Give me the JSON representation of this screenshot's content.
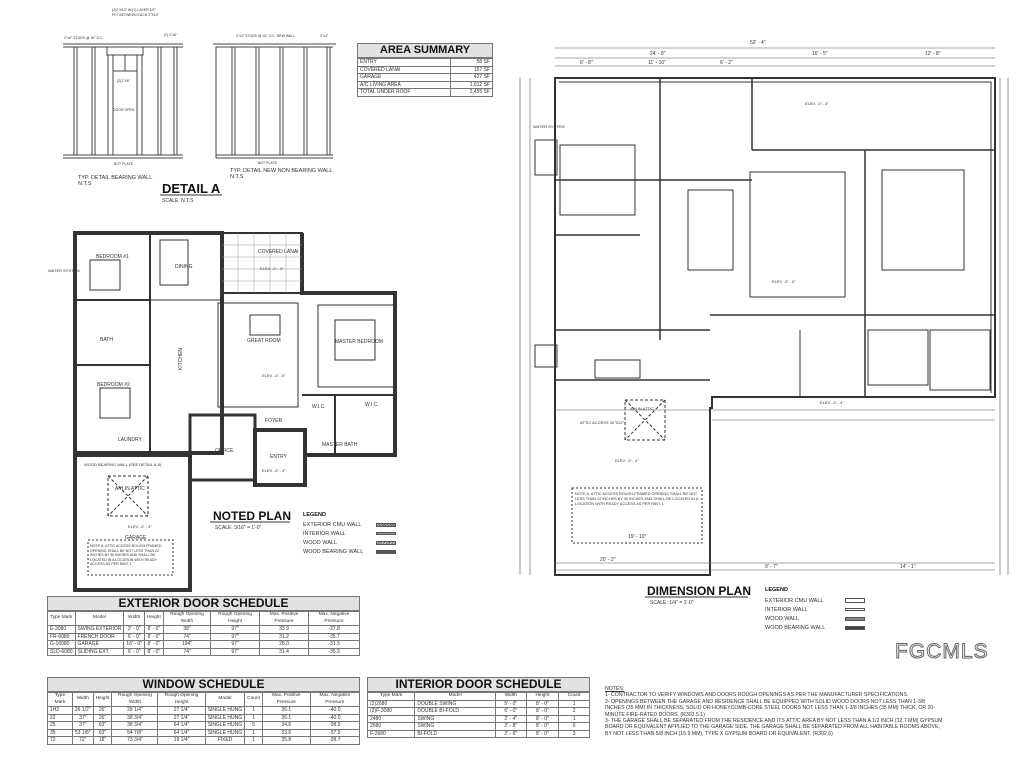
{
  "detail": {
    "bearing_caption": "TYP. DETAIL BEARING WALL",
    "bearing_nts": "N.T.S",
    "nonbearing_caption": "TYP. DETAIL NEW NON BEARING WALL",
    "nonbearing_nts": "N.T.S",
    "title": "DETAIL A",
    "scale": "SCALE: N.T.S",
    "studs_left": "2\"x6\" STUDS @ 16\" O.C.",
    "header_note": "(2)2\"X10\" W/(1) LAYER 1/2\" PLY BETWEEN EACH 2\"X10\"",
    "top_left": "(2) 2\"x6\"",
    "jack": "(2)2\"X6\"",
    "door_open": "DOOR OPEN",
    "bot_plate": "BOT PLATE",
    "studs_right": "2\"x4\" STUDS @ 16\" O.C. NEW WALL",
    "top_right": "2\"x4\""
  },
  "area_summary": {
    "title": "AREA SUMMARY",
    "rows": [
      {
        "label": "ENTRY",
        "value": "58 SF"
      },
      {
        "label": "COVERED LANAI",
        "value": "157 SF"
      },
      {
        "label": "GARAGE",
        "value": "427 SF"
      },
      {
        "label": "A/C LIVING AREA",
        "value": "1,612 SF"
      },
      {
        "label": "TOTAL UNDER ROOF",
        "value": "2,455 SF"
      }
    ]
  },
  "noted_plan": {
    "title": "NOTED PLAN",
    "scale": "SCALE:  3/16\" = 1'-0\"",
    "rooms": {
      "bedroom1": "BEDROOM #1",
      "dining": "DINING",
      "lanai": "COVERED LANAI",
      "great_room": "GREAT ROOM",
      "master_bedroom": "MASTER BEDROOM",
      "bath": "BATH",
      "bedroom2": "BEDROOM #2",
      "kitchen": "KITCHEN",
      "wic1": "W.I.C.",
      "wic2": "W.I.C.",
      "foyer": "FOYER",
      "laundry": "LAUNDRY",
      "office": "OFFICE",
      "entry": "ENTRY",
      "master_bath": "MASTER BATH",
      "garage": "GARAGE",
      "ah": "A/H IN ATTIC",
      "water": "WATER SYSTEM",
      "wood_bearing": "WOOD BEARING WALL (SEE DETAIL A-5)"
    },
    "elev_labels": [
      "ELEV. -0' - 4\"",
      "ELEV. -0' - 0\"",
      "ELEV. -0' - 4\"",
      "ELEV. -0' - 4\""
    ],
    "garage_note": "NOTE A: ATTIC ACCESS ROUGH-FRAMED OPENING SHALL BE NOT LESS THAN 22 INCHES BY 30 INCHES AND SHALL BE LOCATED IN A LOCATION WITH READY ACCESS AS PER R807.1",
    "legend": {
      "title": "LEGEND",
      "items": [
        "EXTERIOR CMU WALL",
        "INTERIOR WALL",
        "WOOD WALL",
        "WOOD BEARING WALL"
      ]
    }
  },
  "dimension_plan": {
    "title": "DIMENSION PLAN",
    "scale": "SCALE:  1/4\" = 1'-0\"",
    "top_dims": [
      "52' - 4\"",
      "24' - 8\"",
      "16' - 5\"",
      "12' - 8\"",
      "6' - 8\"",
      "11' - 10\"",
      "6' - 2\""
    ],
    "bottom_dims": [
      "20' - 2\"",
      "9' - 7\"",
      "14' - 1\"",
      "19' - 10\""
    ],
    "room_labels": [
      "ELEV. -0' - 4\"",
      "ELEV. -0' - 0\"",
      "ELEV. -0' - 4\"",
      "ELEV. -0' - 4\"",
      "WATER SYSTEM",
      "A/H IN ATTIC",
      "ATTIC ACCESS 30\"X22\""
    ],
    "garage_note": "NOTE A: ATTIC ACCESS ROUGH-FRAMED OPENING SHALL BE NOT LESS THAN 22 INCHES BY 30 INCHES AND SHALL BE LOCATED IN A LOCATION WITH READY ACCESS AS PER R807.1",
    "legend": {
      "title": "LEGEND",
      "items": [
        "EXTERIOR CMU WALL",
        "INTERIOR WALL",
        "WOOD WALL",
        "WOOD BEARING WALL"
      ]
    }
  },
  "exterior_door_schedule": {
    "title": "EXTERIOR DOOR SCHEDULE",
    "headers": [
      "Type Mark",
      "Model",
      "Width",
      "Height",
      "Rough Opening Width",
      "Rough Opening Height",
      "Max. Positive Pressure",
      "Max. Negative Pressure"
    ],
    "rows": [
      [
        "E-3080",
        "SWING EXTERIOR",
        "3' - 0\"",
        "8' - 0\"",
        "38\"",
        "97\"",
        "33.9",
        "-37.8"
      ],
      [
        "FR-6080",
        "FRENCH DOOR",
        "6' - 0\"",
        "8' - 0\"",
        "74\"",
        "97\"",
        "31.2",
        "-35.7"
      ],
      [
        "G-16080",
        "GARAGE",
        "16' - 0\"",
        "8' - 0\"",
        "194\"",
        "97\"",
        "28.0",
        "-31.5"
      ],
      [
        "SLD-6080",
        "SLIDING EXT.",
        "6' - 0\"",
        "8' - 0\"",
        "74\"",
        "97\"",
        "31.4",
        "-35.3"
      ]
    ]
  },
  "window_schedule": {
    "title": "WINDOW SCHEDULE",
    "headers": [
      "Type Mark",
      "Width",
      "Height",
      "Rough Opening Width",
      "Rough Opening Height",
      "Model",
      "Count",
      "Max. Positive Pressure",
      "Max. Negative Pressure"
    ],
    "rows": [
      [
        "1H2",
        "26 1/2\"",
        "26\"",
        "28 1/4\"",
        "27 1/4\"",
        "SINGLE HUNG",
        "1",
        "36.1",
        "-40.0"
      ],
      [
        "22",
        "37\"",
        "26\"",
        "38 3/4\"",
        "27 1/4\"",
        "SINGLE HUNG",
        "1",
        "36.1",
        "-40.0"
      ],
      [
        "25",
        "37\"",
        "63\"",
        "38 3/4\"",
        "64 1/4\"",
        "SINGLE HUNG",
        "5",
        "34.6",
        "-38.5"
      ],
      [
        "35",
        "53 1/8\"",
        "63\"",
        "54 7/8\"",
        "64 1/4\"",
        "SINGLE HUNG",
        "1",
        "33.6",
        "-37.5"
      ],
      [
        "72",
        "72\"",
        "18\"",
        "73 3/4\"",
        "19 1/4\"",
        "FIXED",
        "1",
        "35.8",
        "-39.7"
      ]
    ]
  },
  "interior_door_schedule": {
    "title": "INTERIOR DOOR SCHEDULE",
    "headers": [
      "Type Mark",
      "Model",
      "Width",
      "Height",
      "Count"
    ],
    "rows": [
      [
        "(2)2680",
        "DOUBLE SWING",
        "5' - 0\"",
        "8' - 0\"",
        "1"
      ],
      [
        "(2)F-3080",
        "DOUBLE BI-FOLD",
        "6' - 0\"",
        "8' - 0\"",
        "2"
      ],
      [
        "2480",
        "SWING",
        "2' - 4\"",
        "8' - 0\"",
        "1"
      ],
      [
        "2680",
        "SWING",
        "2' - 8\"",
        "8' - 0\"",
        "6"
      ],
      [
        "F-2680",
        "BI-FOLD",
        "2' - 6\"",
        "8' - 0\"",
        "3"
      ]
    ]
  },
  "notes": {
    "title": "NOTES:",
    "items": [
      "1- CONTRACTOR TO VERIFY WINDOWS AND DOORS ROUGH OPENINGS AS PER THE MANUFACTURER SPECIFICATIONS.",
      "2- OPENINGS BETWEEN THE GARAGE AND RESIDENCE SHALL BE EQUIPPED WITH SOLID WOOD DOORS NOT LESS THAN 1-3/8 INCHES (35 MM) IN THICKNESS, SOLID OR HONEYCOMB-CORE STEEL DOORS NOT LESS THAN 1-3/8 INCHES (35 MM) THICK, OR 20-MINUTE FIRE-RATED DOORS. (R302.5.1)",
      "3- THE GARAGE SHALL BE SEPARATED FROM THE RESIDENCE AND ITS ATTIC AREA BY NOT LESS THAN A 1/2 INCH (12.7 MM) GYPSUM BOARD OR EQUIVALENT APPLIED TO THE GARAGE SIDE. THE GARAGE SHALL BE SEPARATED FROM ALL HABITABLE ROOMS ABOVE, BY NOT LESS THAN 5/8 INCH (15.9 MM), TYPE X GYPSUM BOARD OR EQUIVALENT. (R302.6)"
    ]
  },
  "watermark": "FGCMLS"
}
